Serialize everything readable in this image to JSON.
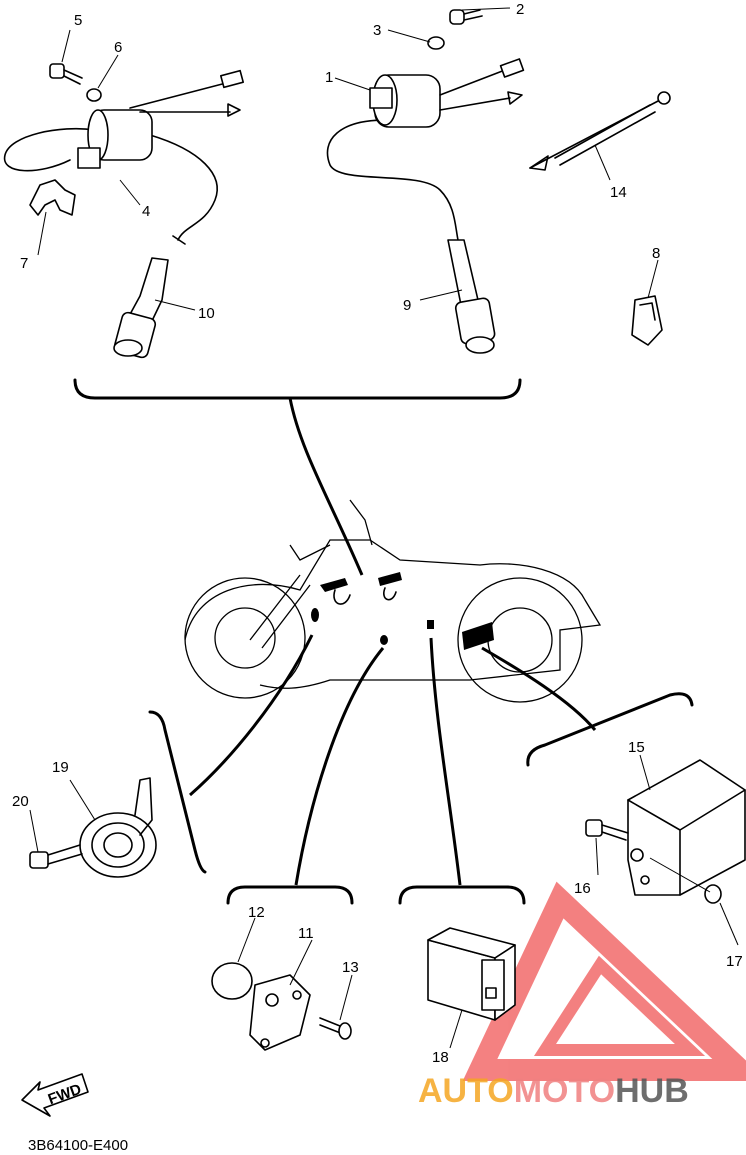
{
  "diagram": {
    "drawing_code": "3B64100-E400",
    "direction_label": "FWD",
    "callouts": [
      {
        "id": "1",
        "label": "1"
      },
      {
        "id": "2",
        "label": "2"
      },
      {
        "id": "3",
        "label": "3"
      },
      {
        "id": "4",
        "label": "4"
      },
      {
        "id": "5",
        "label": "5"
      },
      {
        "id": "6",
        "label": "6"
      },
      {
        "id": "7",
        "label": "7"
      },
      {
        "id": "8",
        "label": "8"
      },
      {
        "id": "9",
        "label": "9"
      },
      {
        "id": "10",
        "label": "10"
      },
      {
        "id": "11",
        "label": "11"
      },
      {
        "id": "12",
        "label": "12"
      },
      {
        "id": "13",
        "label": "13"
      },
      {
        "id": "14",
        "label": "14"
      },
      {
        "id": "15",
        "label": "15"
      },
      {
        "id": "16",
        "label": "16"
      },
      {
        "id": "17",
        "label": "17"
      },
      {
        "id": "18",
        "label": "18"
      },
      {
        "id": "19",
        "label": "19"
      },
      {
        "id": "20",
        "label": "20"
      }
    ]
  },
  "watermark": {
    "brand_part1": "AUTO",
    "brand_part2": "MOTO",
    "brand_part3": "HUB",
    "color_part1": "#f5a623",
    "color_part2": "#f08080",
    "color_part3": "#555555",
    "logo_color": "#f26b6b",
    "logo_icon": "triangle-logo-icon"
  }
}
